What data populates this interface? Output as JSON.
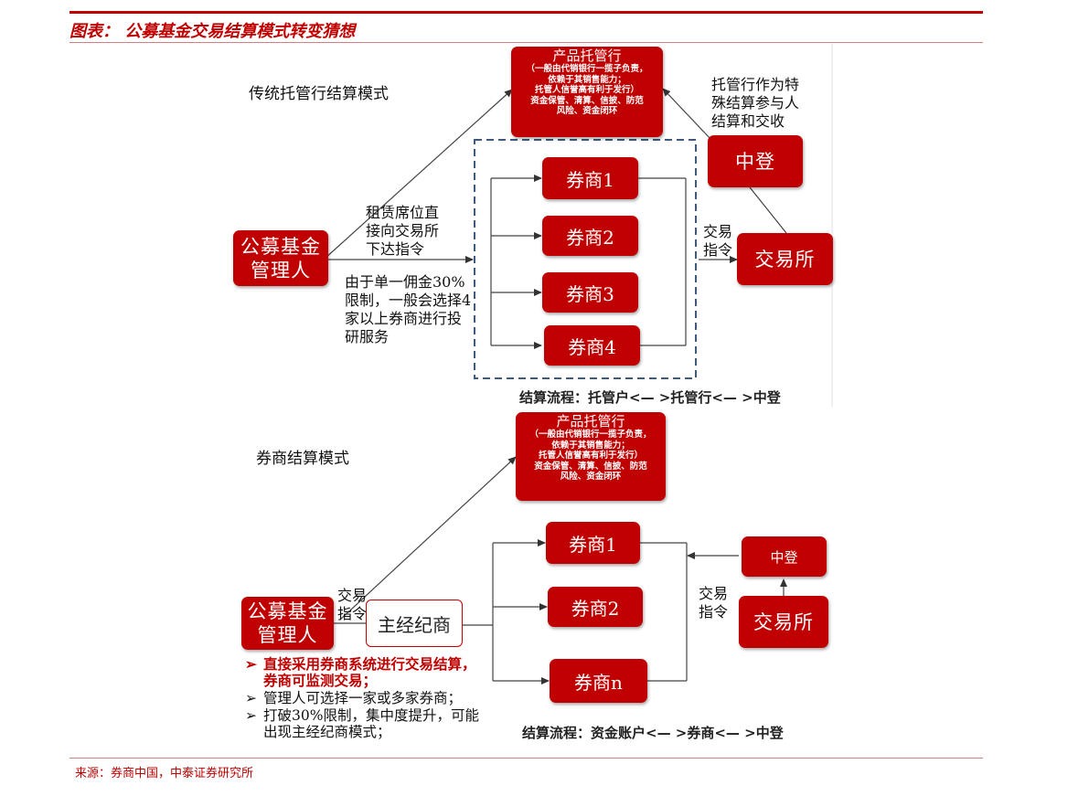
{
  "header": {
    "figure_title": "图表：  公募基金交易结算模式转变猜想"
  },
  "top": {
    "title": "传统托管行结算模式",
    "product": {
      "title": "产品托管行",
      "desc": "（一般由代销银行一揽子负责，\n依赖于其销售能力；\n托管人信誉高有利于发行）\n资金保管、清算、信披、防范\n风险、资金闭环"
    },
    "fund_manager": "公募基金管理人",
    "brokers": [
      "券商1",
      "券商2",
      "券商3",
      "券商4"
    ],
    "csdc": "中登",
    "exchange": "交易所",
    "seat_label": "租赁席位直接向交易所下达指令",
    "commission_note": "由于单一佣金30%限制，一般会选择4家以上券商进行投研服务",
    "trade_label": "交易指令",
    "csdc_note": "托管行作为特殊结算参与人结算和交收",
    "flow": "结算流程：托管户<— >托管行<— >中登"
  },
  "bottom": {
    "title": "券商结算模式",
    "product": {
      "title": "产品托管行",
      "desc": "（一般由代销银行一揽子负责，\n依赖于其销售能力；\n托管人信誉高有利于发行）\n资金保管、清算、信披、防范\n风险、资金闭环"
    },
    "fund_manager": "公募基金管理人",
    "trade_label_left": "交易指令",
    "main_broker": "主经纪商",
    "brokers": [
      "券商1",
      "券商2",
      "券商n"
    ],
    "csdc": "中登",
    "exchange": "交易所",
    "trade_label_right": "交易指令",
    "bullets": [
      "直接采用券商系统进行交易结算，券商可监测交易；",
      "管理人可选择一家或多家券商；",
      "打破30%限制，集中度提升，可能出现主经纪商模式；"
    ],
    "bullet_mark": "➢",
    "flow": "结算流程：资金账户<— >券商<— >中登"
  },
  "footer": {
    "source": "来源：券商中国，中泰证券研究所"
  },
  "colors": {
    "accent": "#c00000",
    "dashed_border": "#3e5a7e"
  }
}
